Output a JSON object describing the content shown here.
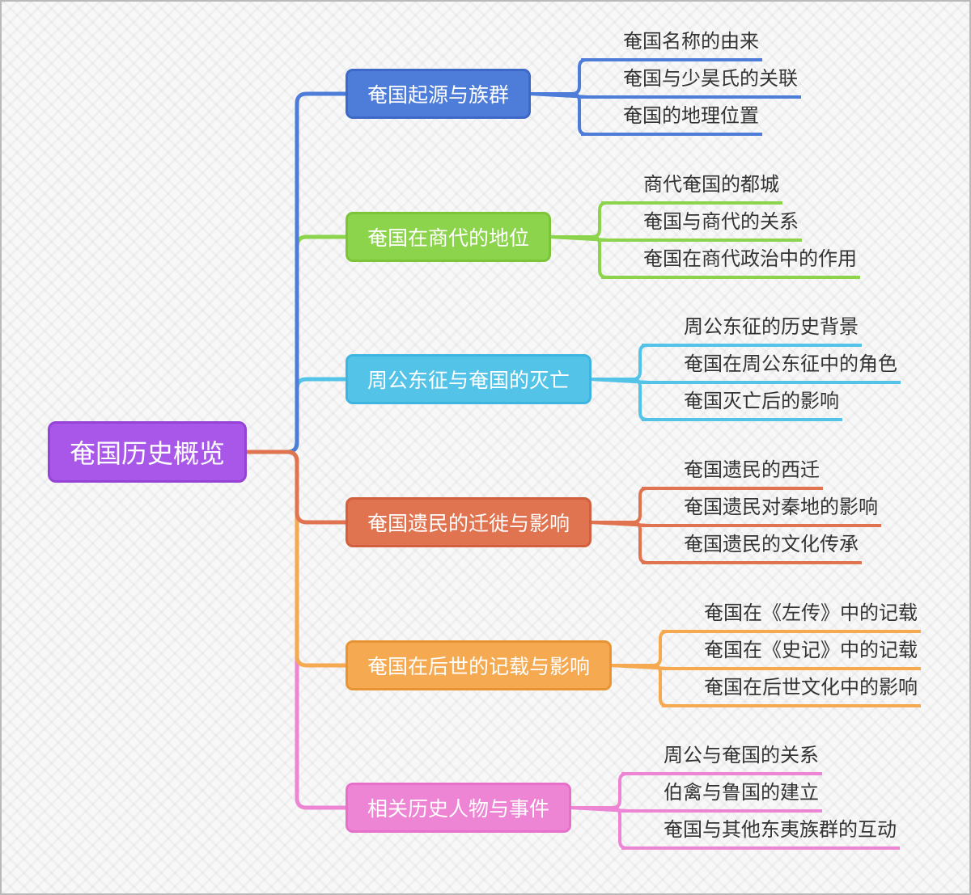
{
  "root": {
    "label": "奄国历史概览",
    "color": "#a857e8",
    "border": "#9443d6"
  },
  "branches": [
    {
      "label": "奄国起源与族群",
      "color": "#4d7cd9",
      "border": "#3d68c8",
      "children": [
        "奄国名称的由来",
        "奄国与少昊氏的关联",
        "奄国的地理位置"
      ]
    },
    {
      "label": "奄国在商代的地位",
      "color": "#8cd44c",
      "border": "#7cc438",
      "children": [
        "商代奄国的都城",
        "奄国与商代的关系",
        "奄国在商代政治中的作用"
      ]
    },
    {
      "label": "周公东征与奄国的灭亡",
      "color": "#54c3e8",
      "border": "#3eb5e0",
      "children": [
        "周公东征的历史背景",
        "奄国在周公东征中的角色",
        "奄国灭亡后的影响"
      ]
    },
    {
      "label": "奄国遗民的迁徙与影响",
      "color": "#e17450",
      "border": "#d2603e",
      "children": [
        "奄国遗民的西迁",
        "奄国遗民对秦地的影响",
        "奄国遗民的文化传承"
      ]
    },
    {
      "label": "奄国在后世的记载与影响",
      "color": "#f5a950",
      "border": "#e89434",
      "children": [
        "奄国在《左传》中的记载",
        "奄国在《史记》中的记载",
        "奄国在后世文化中的影响"
      ]
    },
    {
      "label": "相关历史人物与事件",
      "color": "#ee85d4",
      "border": "#e66fc9",
      "children": [
        "周公与奄国的关系",
        "伯禽与鲁国的建立",
        "奄国与其他东夷族群的互动"
      ]
    }
  ]
}
